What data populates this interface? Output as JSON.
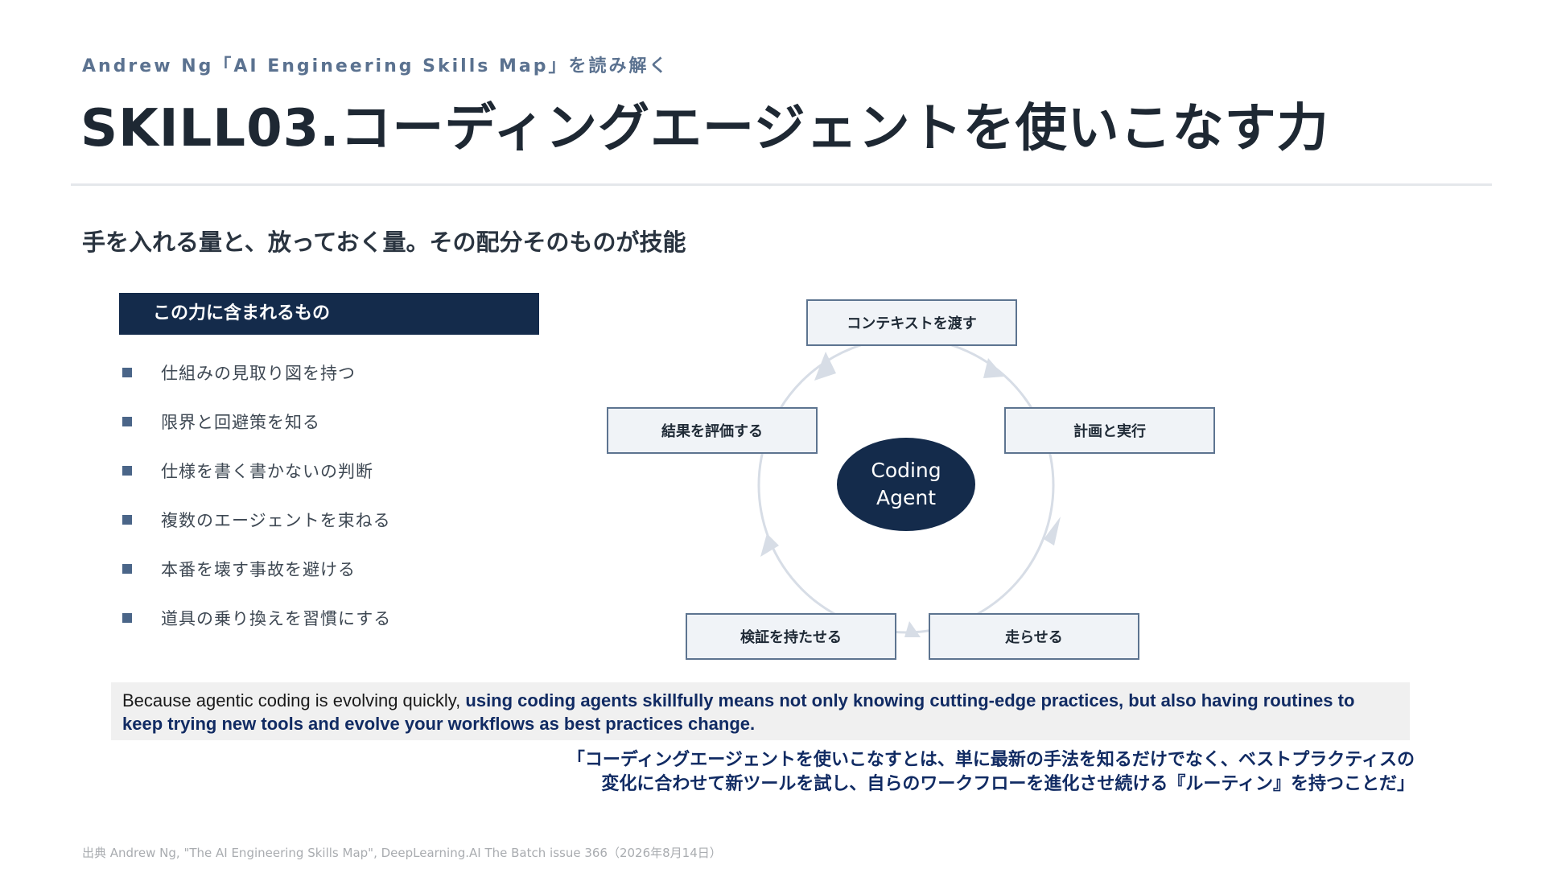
{
  "header": {
    "kicker": "Andrew Ng「AI Engineering Skills Map」を読み解く",
    "title": "SKILL03.コーディングエージェントを使いこなす力"
  },
  "subtitle": "手を入れる量と、放っておく量。その配分そのものが技能",
  "skills_panel": {
    "header": "この力に含まれるもの",
    "items": [
      "仕組みの見取り図を持つ",
      "限界と回避策を知る",
      "仕様を書く書かないの判断",
      "複数のエージェントを束ねる",
      "本番を壊す事故を避ける",
      "道具の乗り換えを習慣にする"
    ]
  },
  "cycle": {
    "center_line1": "Coding",
    "center_line2": "Agent",
    "nodes": {
      "top": "コンテキストを渡す",
      "right": "計画と実行",
      "bottom_right": "走らせる",
      "bottom_left": "検証を持たせる",
      "left": "結果を評価する"
    }
  },
  "quote": {
    "plain": "Because agentic coding is evolving quickly, ",
    "emphasis": "using coding agents skillfully means not only knowing cutting-edge practices, but also having routines to keep trying new tools and evolve your workflows as best practices change.",
    "jp_line1": "「コーディングエージェントを使いこなすとは、単に最新の手法を知るだけでなく、ベストプラクティスの",
    "jp_line2": "変化に合わせて新ツールを試し、自らのワークフローを進化させ続ける『ルーティン』を持つことだ」"
  },
  "source": "出典  Andrew Ng, \"The AI Engineering Skills Map\", DeepLearning.AI The Batch issue 366（2026年8月14日）",
  "colors": {
    "navy": "#142b4b",
    "accent_text": "#112b63",
    "node_fill": "#f0f3f7",
    "node_border": "#5d7490",
    "cycle_line": "#d7dde6"
  }
}
